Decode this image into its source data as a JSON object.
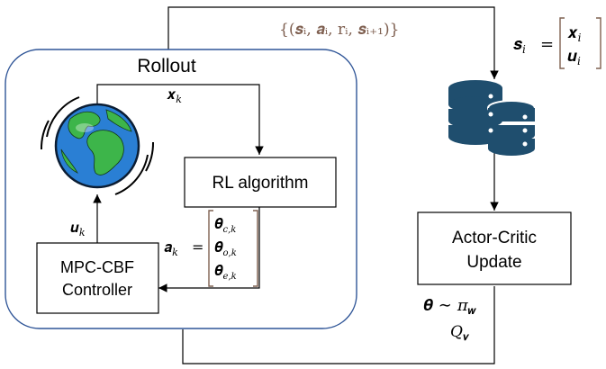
{
  "rollout": {
    "title": "Rollout",
    "state_label": "𝒙",
    "state_sub": "k"
  },
  "rl_box": {
    "label": "RL algorithm"
  },
  "mpc_box": {
    "line1": "MPC-CBF",
    "line2": "Controller"
  },
  "control_label": {
    "main": "𝒖",
    "sub": "k"
  },
  "action_def": {
    "lhs": "𝒂",
    "lhs_sub": "k",
    "equals": "=",
    "entries": [
      {
        "main": "𝜽",
        "sub": "c,k"
      },
      {
        "main": "𝜽",
        "sub": "o,k"
      },
      {
        "main": "𝜽",
        "sub": "e,k"
      }
    ]
  },
  "transition": {
    "text": "{(𝒔ᵢ, 𝒂ᵢ, rᵢ, 𝒔ᵢ₊₁)}"
  },
  "state_def": {
    "lhs": "𝒔",
    "lhs_sub": "i",
    "equals": "=",
    "entries": [
      {
        "main": "𝒙",
        "sub": "i"
      },
      {
        "main": "𝒖",
        "sub": "i"
      }
    ]
  },
  "update_box": {
    "line1": "Actor-Critic",
    "line2": "Update"
  },
  "policy": {
    "lhs": "𝜽",
    "relation": "∼",
    "pi": "π",
    "pi_sub": "𝒘",
    "q": "Q",
    "q_sub": "𝝂"
  },
  "icons": {
    "world": "globe-icon",
    "buffer": "database-icon"
  },
  "colors": {
    "rollout_border": "#2f5597",
    "transition_text": "#7f6051",
    "globe_ocean": "#2a7fd4",
    "globe_land": "#3db54a",
    "database": "#1f4e6e"
  }
}
